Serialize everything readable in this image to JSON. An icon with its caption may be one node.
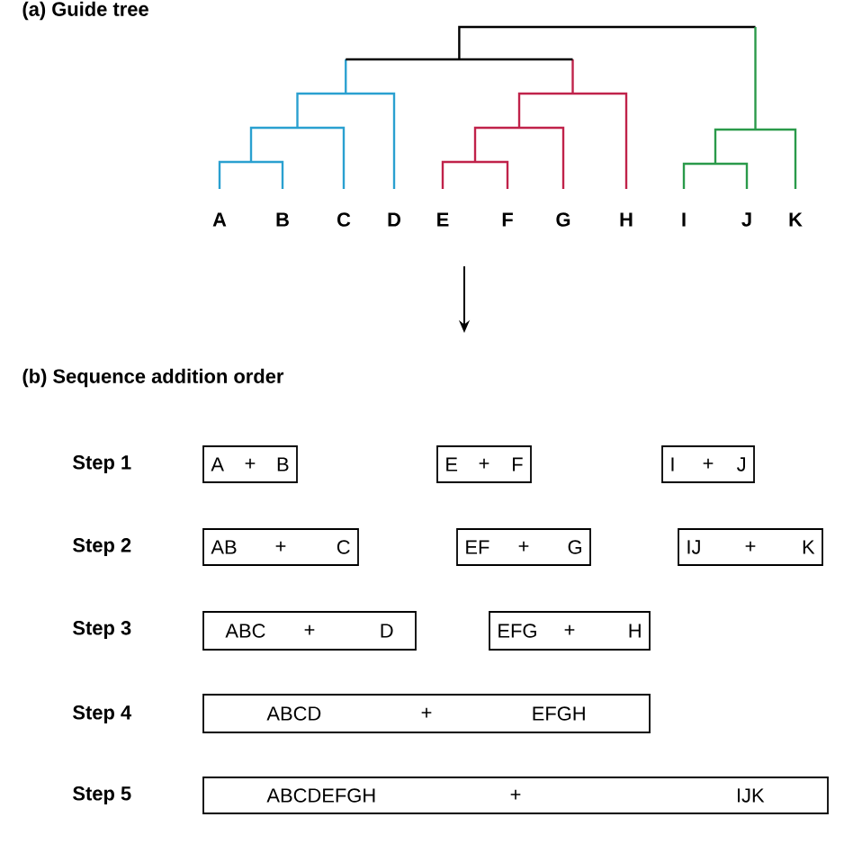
{
  "diagram": {
    "nodes": [
      {
        "text": [
          "A",
          "+",
          "B"
        ]
      },
      {
        "text": [
          "E",
          "+",
          "F"
        ]
      },
      {
        "text": [
          "I",
          "+",
          "J"
        ]
      },
      {
        "text": [
          "AB",
          "+",
          "C"
        ]
      },
      {
        "text": [
          "EF",
          "+",
          "G"
        ]
      },
      {
        "text": [
          "IJ",
          "+",
          "K"
        ]
      },
      {
        "text": [
          "ABC",
          "+",
          "D"
        ]
      },
      {
        "text": [
          "EFG",
          "+",
          "H"
        ]
      },
      {
        "text": [
          "ABCD",
          "+",
          "EFGH"
        ]
      },
      {
        "text": [
          "ABCDEFGH",
          "+",
          "IJK"
        ]
      }
    ],
    "labels": [
      "(a) Guide tree",
      "A",
      "B",
      "C",
      "D",
      "E",
      "F",
      "G",
      "H",
      "I",
      "J",
      "K",
      "(b) Sequence addition order",
      "Step 1",
      "Step 2",
      "Step 3",
      "Step 4",
      "Step 5"
    ]
  }
}
